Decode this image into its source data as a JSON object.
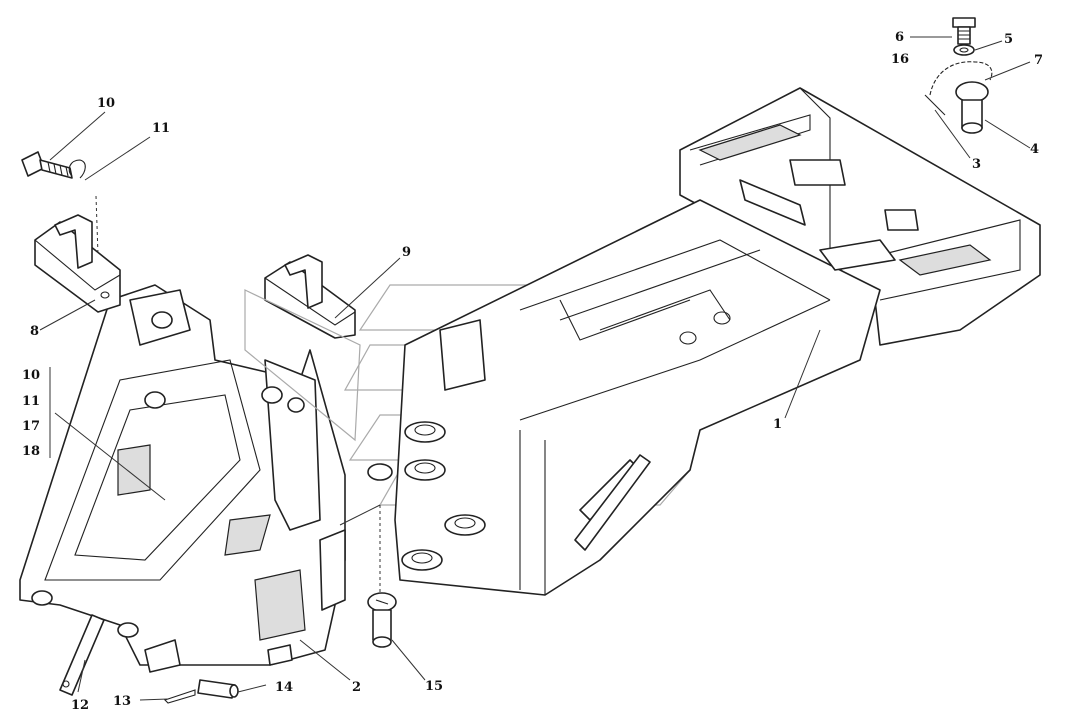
{
  "labels": {
    "l1": "1",
    "l2": "2",
    "l3": "3",
    "l4": "4",
    "l5": "5",
    "l6": "6",
    "l7": "7",
    "l8": "8",
    "l9": "9",
    "l10": "10",
    "l11": "11",
    "l12": "12",
    "l13": "13",
    "l14": "14",
    "l15": "15",
    "l16": "16",
    "group": [
      "10",
      "11",
      "17",
      "18"
    ]
  }
}
